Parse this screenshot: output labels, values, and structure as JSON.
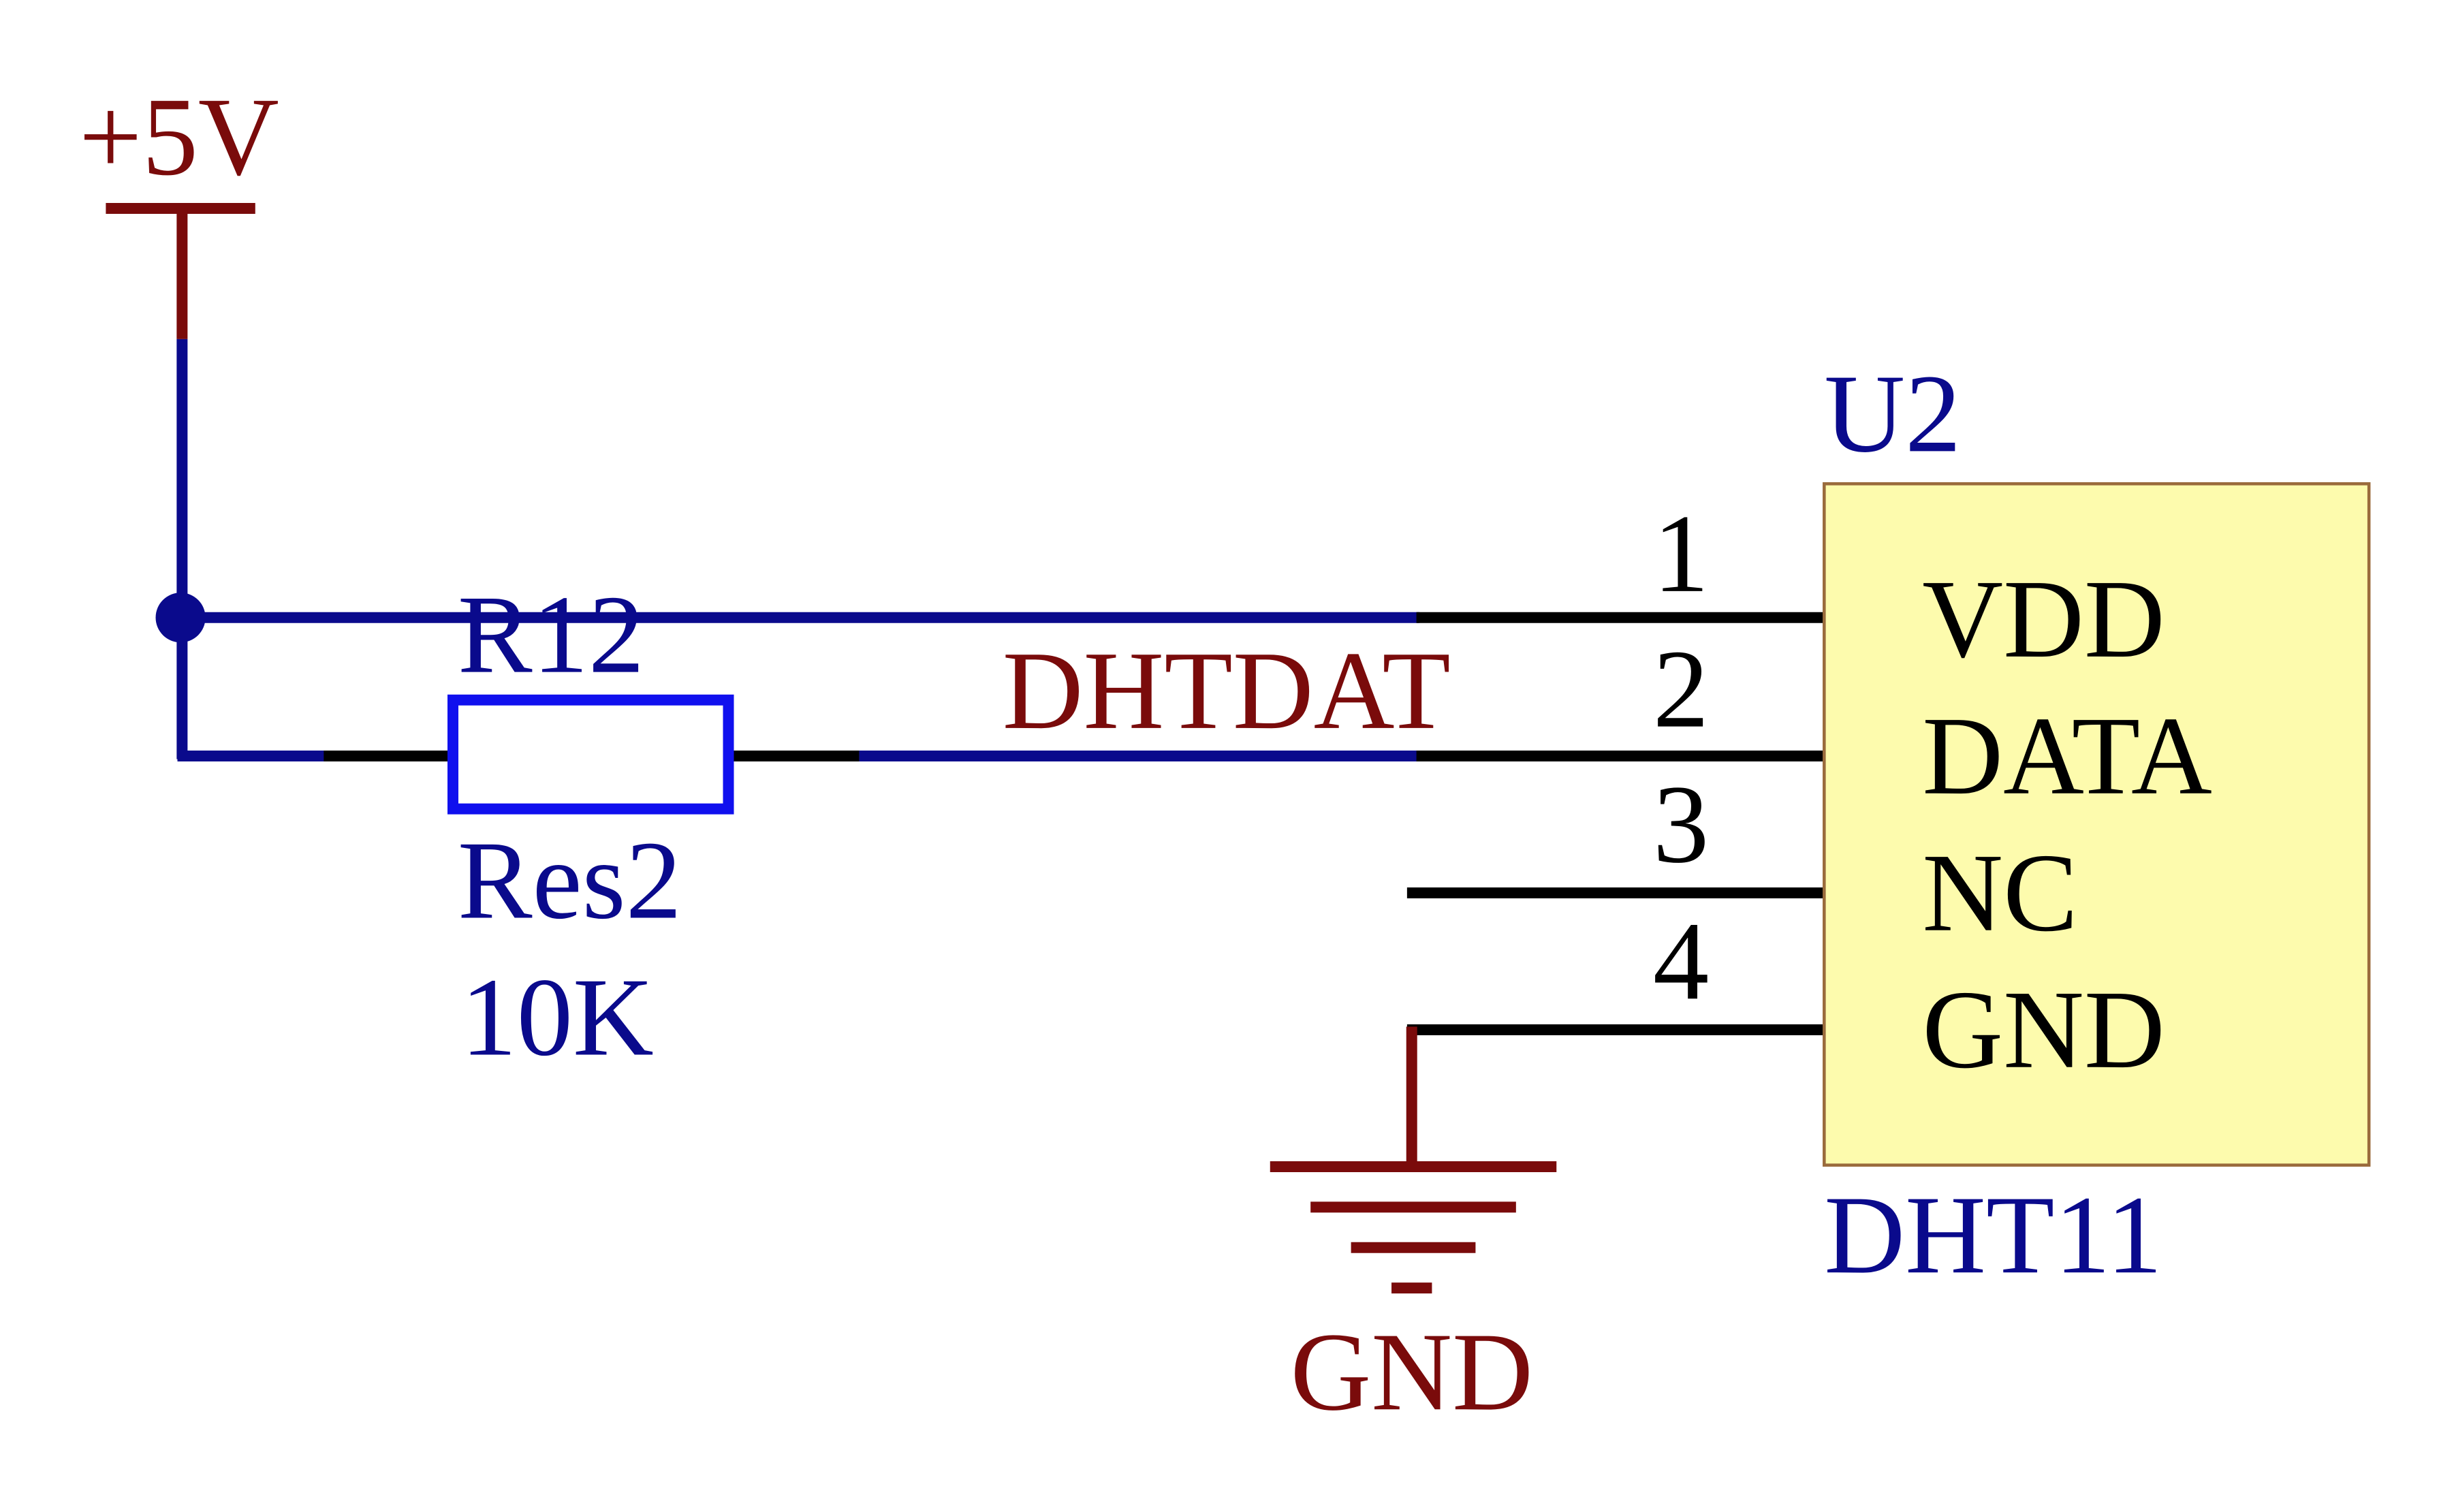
{
  "power": {
    "label": "+5V"
  },
  "resistor": {
    "designator": "R12",
    "type": "Res2",
    "value": "10K"
  },
  "net": {
    "label": "DHTDAT"
  },
  "ground": {
    "label": "GND"
  },
  "chip": {
    "designator": "U2",
    "part": "DHT11",
    "pins": [
      {
        "number": "1",
        "name": "VDD"
      },
      {
        "number": "2",
        "name": "DATA"
      },
      {
        "number": "3",
        "name": "NC"
      },
      {
        "number": "4",
        "name": "GND"
      }
    ]
  },
  "colors": {
    "wire": "#0a0a8c",
    "power": "#7a0b0b",
    "pin": "#000000",
    "resistor": "#1010ee",
    "chip_fill": "#fdfbad",
    "chip_border": "#9a6b3c",
    "designator": "#0a0a8c",
    "net_label": "#7a0b0b"
  }
}
